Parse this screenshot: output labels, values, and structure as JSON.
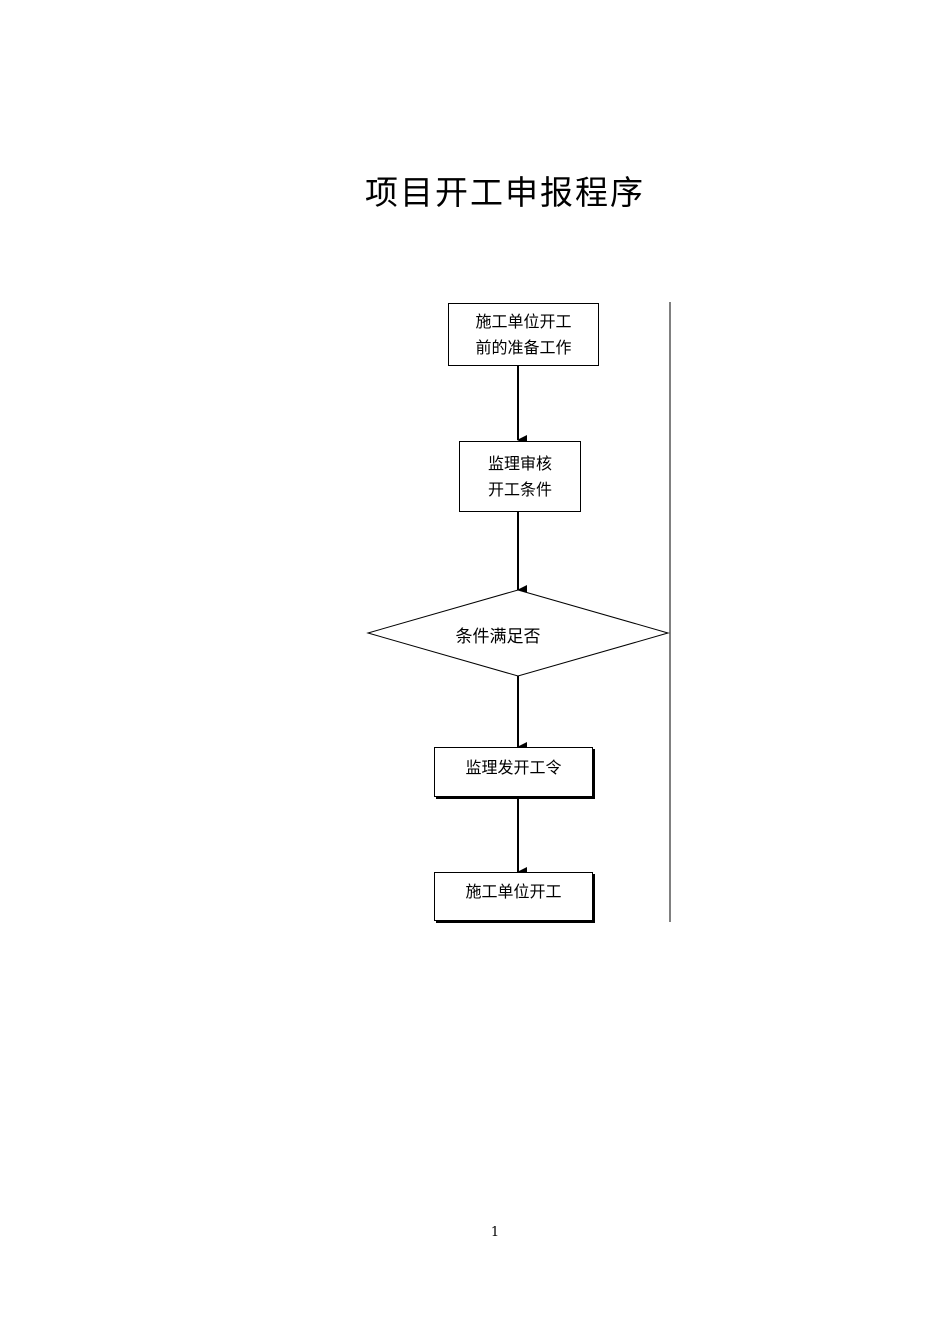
{
  "document": {
    "title": "项目开工申报程序",
    "page_number": "1"
  },
  "flowchart": {
    "steps": [
      {
        "line1": "施工单位开工",
        "line2": "前的准备工作"
      },
      {
        "line1": "监理审核",
        "line2": "开工条件"
      },
      {
        "label": "条件满足否"
      },
      {
        "line1": "监理发开工令"
      },
      {
        "line1": "施工单位开工"
      }
    ]
  }
}
